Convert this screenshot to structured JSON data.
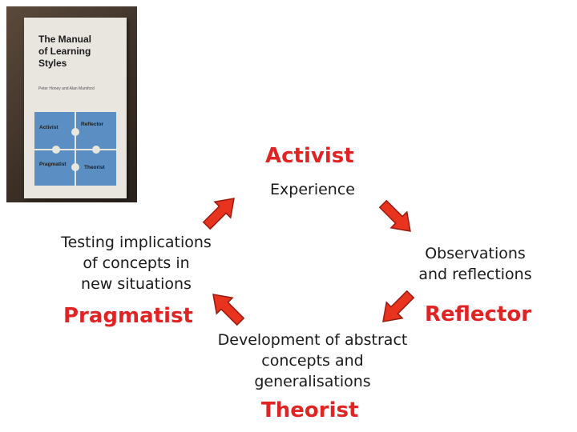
{
  "book": {
    "title": "The Manual\nof Learning\nStyles",
    "authors": "Peter Honey and Alan Mumford",
    "puzzle_labels": [
      "Activist",
      "Reflector",
      "Pragmatist",
      "Theorist"
    ]
  },
  "cycle": {
    "activist": {
      "role": "Activist",
      "stage": "Experience"
    },
    "reflector": {
      "role": "Reflector",
      "stage": "Observations\nand reflections"
    },
    "theorist": {
      "role": "Theorist",
      "stage": "Development of abstract\nconcepts and\ngeneralisations"
    },
    "pragmatist": {
      "role": "Pragmatist",
      "stage": "Testing implications\nof concepts in\nnew situations"
    }
  },
  "colors": {
    "role_text": "#e02424",
    "arrow_fill": "#e8331f",
    "arrow_stroke": "#9a1a10"
  },
  "arrows": [
    "up-right-arrow",
    "down-right-arrow",
    "down-left-arrow",
    "up-left-arrow"
  ]
}
